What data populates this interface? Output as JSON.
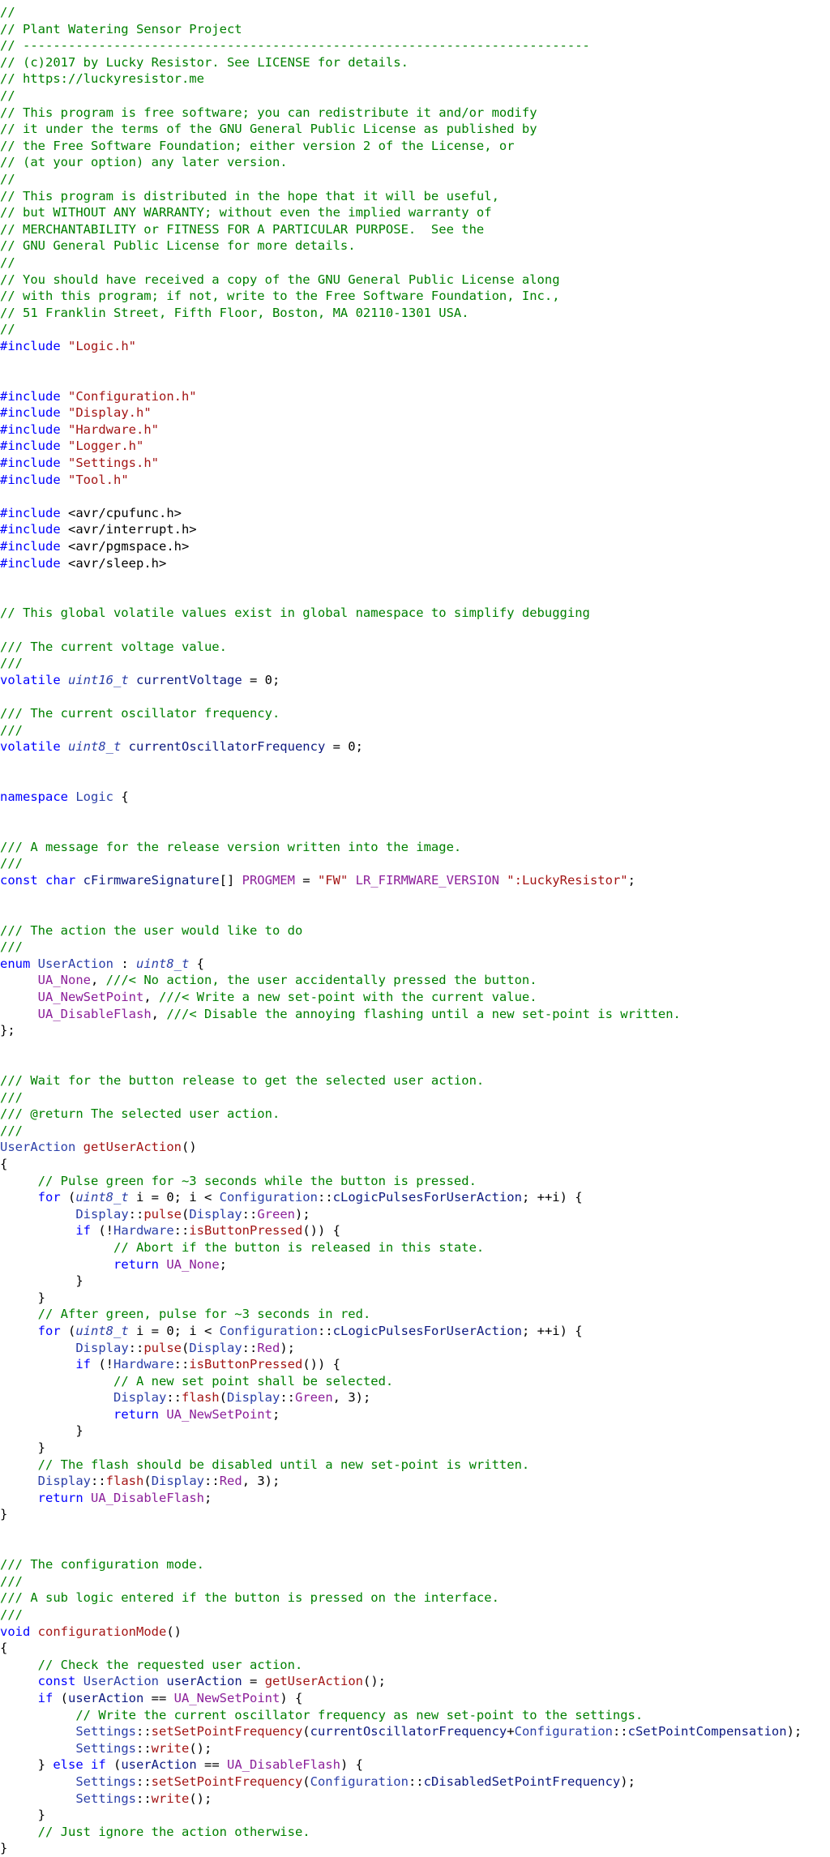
{
  "file": {
    "lines": [
      [
        [
          "c",
          "//"
        ]
      ],
      [
        [
          "c",
          "// Plant Watering Sensor Project"
        ]
      ],
      [
        [
          "c",
          "// ---------------------------------------------------------------------------"
        ]
      ],
      [
        [
          "c",
          "// (c)2017 by Lucky Resistor. See LICENSE for details."
        ]
      ],
      [
        [
          "c",
          "// https://luckyresistor.me"
        ]
      ],
      [
        [
          "c",
          "//"
        ]
      ],
      [
        [
          "c",
          "// This program is free software; you can redistribute it and/or modify"
        ]
      ],
      [
        [
          "c",
          "// it under the terms of the GNU General Public License as published by"
        ]
      ],
      [
        [
          "c",
          "// the Free Software Foundation; either version 2 of the License, or"
        ]
      ],
      [
        [
          "c",
          "// (at your option) any later version."
        ]
      ],
      [
        [
          "c",
          "//"
        ]
      ],
      [
        [
          "c",
          "// This program is distributed in the hope that it will be useful,"
        ]
      ],
      [
        [
          "c",
          "// but WITHOUT ANY WARRANTY; without even the implied warranty of"
        ]
      ],
      [
        [
          "c",
          "// MERCHANTABILITY or FITNESS FOR A PARTICULAR PURPOSE.  See the"
        ]
      ],
      [
        [
          "c",
          "// GNU General Public License for more details."
        ]
      ],
      [
        [
          "c",
          "//"
        ]
      ],
      [
        [
          "c",
          "// You should have received a copy of the GNU General Public License along"
        ]
      ],
      [
        [
          "c",
          "// with this program; if not, write to the Free Software Foundation, Inc.,"
        ]
      ],
      [
        [
          "c",
          "// 51 Franklin Street, Fifth Floor, Boston, MA 02110-1301 USA."
        ]
      ],
      [
        [
          "c",
          "//"
        ]
      ],
      [
        [
          "pp",
          "#include "
        ],
        [
          "s",
          "\"Logic.h\""
        ]
      ],
      [],
      [],
      [
        [
          "pp",
          "#include "
        ],
        [
          "s",
          "\"Configuration.h\""
        ]
      ],
      [
        [
          "pp",
          "#include "
        ],
        [
          "s",
          "\"Display.h\""
        ]
      ],
      [
        [
          "pp",
          "#include "
        ],
        [
          "s",
          "\"Hardware.h\""
        ]
      ],
      [
        [
          "pp",
          "#include "
        ],
        [
          "s",
          "\"Logger.h\""
        ]
      ],
      [
        [
          "pp",
          "#include "
        ],
        [
          "s",
          "\"Settings.h\""
        ]
      ],
      [
        [
          "pp",
          "#include "
        ],
        [
          "s",
          "\"Tool.h\""
        ]
      ],
      [],
      [
        [
          "pp",
          "#include "
        ],
        [
          "p",
          "<avr/cpufunc.h>"
        ]
      ],
      [
        [
          "pp",
          "#include "
        ],
        [
          "p",
          "<avr/interrupt.h>"
        ]
      ],
      [
        [
          "pp",
          "#include "
        ],
        [
          "p",
          "<avr/pgmspace.h>"
        ]
      ],
      [
        [
          "pp",
          "#include "
        ],
        [
          "p",
          "<avr/sleep.h>"
        ]
      ],
      [],
      [],
      [
        [
          "c",
          "// This global volatile values exist in global namespace to simplify debugging"
        ]
      ],
      [],
      [
        [
          "c",
          "/// The current voltage value."
        ]
      ],
      [
        [
          "c",
          "///"
        ]
      ],
      [
        [
          "k",
          "volatile "
        ],
        [
          "t",
          "uint16_t"
        ],
        [
          "p",
          " "
        ],
        [
          "v",
          "currentVoltage"
        ],
        [
          "p",
          " = 0;"
        ]
      ],
      [],
      [
        [
          "c",
          "/// The current oscillator frequency."
        ]
      ],
      [
        [
          "c",
          "///"
        ]
      ],
      [
        [
          "k",
          "volatile "
        ],
        [
          "t",
          "uint8_t"
        ],
        [
          "p",
          " "
        ],
        [
          "v",
          "currentOscillatorFrequency"
        ],
        [
          "p",
          " = 0;"
        ]
      ],
      [],
      [],
      [
        [
          "k",
          "namespace "
        ],
        [
          "cls",
          "Logic"
        ],
        [
          "p",
          " {"
        ]
      ],
      [],
      [],
      [
        [
          "c",
          "/// A message for the release version written into the image."
        ]
      ],
      [
        [
          "c",
          "///"
        ]
      ],
      [
        [
          "k",
          "const char "
        ],
        [
          "v",
          "cFirmwareSignature"
        ],
        [
          "p",
          "[] "
        ],
        [
          "e",
          "PROGMEM"
        ],
        [
          "p",
          " = "
        ],
        [
          "s",
          "\"FW\""
        ],
        [
          "p",
          " "
        ],
        [
          "e",
          "LR_FIRMWARE_VERSION"
        ],
        [
          "p",
          " "
        ],
        [
          "s",
          "\":LuckyResistor\""
        ],
        [
          "p",
          ";"
        ]
      ],
      [],
      [],
      [
        [
          "c",
          "/// The action the user would like to do"
        ]
      ],
      [
        [
          "c",
          "///"
        ]
      ],
      [
        [
          "k",
          "enum "
        ],
        [
          "cls",
          "UserAction"
        ],
        [
          "p",
          " : "
        ],
        [
          "t",
          "uint8_t"
        ],
        [
          "p",
          " {"
        ]
      ],
      [
        [
          "p",
          "     "
        ],
        [
          "e",
          "UA_None"
        ],
        [
          "p",
          ", "
        ],
        [
          "c",
          "///< No action, the user accidentally pressed the button."
        ]
      ],
      [
        [
          "p",
          "     "
        ],
        [
          "e",
          "UA_NewSetPoint"
        ],
        [
          "p",
          ", "
        ],
        [
          "c",
          "///< Write a new set-point with the current value."
        ]
      ],
      [
        [
          "p",
          "     "
        ],
        [
          "e",
          "UA_DisableFlash"
        ],
        [
          "p",
          ", "
        ],
        [
          "c",
          "///< Disable the annoying flashing until a new set-point is written."
        ]
      ],
      [
        [
          "p",
          "};"
        ]
      ],
      [],
      [],
      [
        [
          "c",
          "/// Wait for the button release to get the selected user action."
        ]
      ],
      [
        [
          "c",
          "///"
        ]
      ],
      [
        [
          "c",
          "/// @return The selected user action."
        ]
      ],
      [
        [
          "c",
          "///"
        ]
      ],
      [
        [
          "cls",
          "UserAction"
        ],
        [
          "p",
          " "
        ],
        [
          "f",
          "getUserAction"
        ],
        [
          "p",
          "()"
        ]
      ],
      [
        [
          "p",
          "{"
        ]
      ],
      [
        [
          "p",
          "     "
        ],
        [
          "c",
          "// Pulse green for ~3 seconds while the button is pressed."
        ]
      ],
      [
        [
          "p",
          "     "
        ],
        [
          "k",
          "for"
        ],
        [
          "p",
          " ("
        ],
        [
          "t",
          "uint8_t"
        ],
        [
          "p",
          " i = 0; i < "
        ],
        [
          "cls",
          "Configuration"
        ],
        [
          "p",
          "::"
        ],
        [
          "v",
          "cLogicPulsesForUserAction"
        ],
        [
          "p",
          "; ++i) {"
        ]
      ],
      [
        [
          "p",
          "          "
        ],
        [
          "cls",
          "Display"
        ],
        [
          "p",
          "::"
        ],
        [
          "f",
          "pulse"
        ],
        [
          "p",
          "("
        ],
        [
          "cls",
          "Display"
        ],
        [
          "p",
          "::"
        ],
        [
          "e",
          "Green"
        ],
        [
          "p",
          ");"
        ]
      ],
      [
        [
          "p",
          "          "
        ],
        [
          "k",
          "if"
        ],
        [
          "p",
          " (!"
        ],
        [
          "cls",
          "Hardware"
        ],
        [
          "p",
          "::"
        ],
        [
          "f",
          "isButtonPressed"
        ],
        [
          "p",
          "()) {"
        ]
      ],
      [
        [
          "p",
          "               "
        ],
        [
          "c",
          "// Abort if the button is released in this state."
        ]
      ],
      [
        [
          "p",
          "               "
        ],
        [
          "k",
          "return"
        ],
        [
          "p",
          " "
        ],
        [
          "e",
          "UA_None"
        ],
        [
          "p",
          ";"
        ]
      ],
      [
        [
          "p",
          "          }"
        ]
      ],
      [
        [
          "p",
          "     }"
        ]
      ],
      [
        [
          "p",
          "     "
        ],
        [
          "c",
          "// After green, pulse for ~3 seconds in red."
        ]
      ],
      [
        [
          "p",
          "     "
        ],
        [
          "k",
          "for"
        ],
        [
          "p",
          " ("
        ],
        [
          "t",
          "uint8_t"
        ],
        [
          "p",
          " i = 0; i < "
        ],
        [
          "cls",
          "Configuration"
        ],
        [
          "p",
          "::"
        ],
        [
          "v",
          "cLogicPulsesForUserAction"
        ],
        [
          "p",
          "; ++i) {"
        ]
      ],
      [
        [
          "p",
          "          "
        ],
        [
          "cls",
          "Display"
        ],
        [
          "p",
          "::"
        ],
        [
          "f",
          "pulse"
        ],
        [
          "p",
          "("
        ],
        [
          "cls",
          "Display"
        ],
        [
          "p",
          "::"
        ],
        [
          "e",
          "Red"
        ],
        [
          "p",
          ");"
        ]
      ],
      [
        [
          "p",
          "          "
        ],
        [
          "k",
          "if"
        ],
        [
          "p",
          " (!"
        ],
        [
          "cls",
          "Hardware"
        ],
        [
          "p",
          "::"
        ],
        [
          "f",
          "isButtonPressed"
        ],
        [
          "p",
          "()) {"
        ]
      ],
      [
        [
          "p",
          "               "
        ],
        [
          "c",
          "// A new set point shall be selected."
        ]
      ],
      [
        [
          "p",
          "               "
        ],
        [
          "cls",
          "Display"
        ],
        [
          "p",
          "::"
        ],
        [
          "f",
          "flash"
        ],
        [
          "p",
          "("
        ],
        [
          "cls",
          "Display"
        ],
        [
          "p",
          "::"
        ],
        [
          "e",
          "Green"
        ],
        [
          "p",
          ", 3);"
        ]
      ],
      [
        [
          "p",
          "               "
        ],
        [
          "k",
          "return"
        ],
        [
          "p",
          " "
        ],
        [
          "e",
          "UA_NewSetPoint"
        ],
        [
          "p",
          ";"
        ]
      ],
      [
        [
          "p",
          "          }"
        ]
      ],
      [
        [
          "p",
          "     }"
        ]
      ],
      [
        [
          "p",
          "     "
        ],
        [
          "c",
          "// The flash should be disabled until a new set-point is written."
        ]
      ],
      [
        [
          "p",
          "     "
        ],
        [
          "cls",
          "Display"
        ],
        [
          "p",
          "::"
        ],
        [
          "f",
          "flash"
        ],
        [
          "p",
          "("
        ],
        [
          "cls",
          "Display"
        ],
        [
          "p",
          "::"
        ],
        [
          "e",
          "Red"
        ],
        [
          "p",
          ", 3);"
        ]
      ],
      [
        [
          "p",
          "     "
        ],
        [
          "k",
          "return"
        ],
        [
          "p",
          " "
        ],
        [
          "e",
          "UA_DisableFlash"
        ],
        [
          "p",
          ";"
        ]
      ],
      [
        [
          "p",
          "}"
        ]
      ],
      [],
      [],
      [
        [
          "c",
          "/// The configuration mode."
        ]
      ],
      [
        [
          "c",
          "///"
        ]
      ],
      [
        [
          "c",
          "/// A sub logic entered if the button is pressed on the interface."
        ]
      ],
      [
        [
          "c",
          "///"
        ]
      ],
      [
        [
          "k",
          "void"
        ],
        [
          "p",
          " "
        ],
        [
          "f",
          "configurationMode"
        ],
        [
          "p",
          "()"
        ]
      ],
      [
        [
          "p",
          "{"
        ]
      ],
      [
        [
          "p",
          "     "
        ],
        [
          "c",
          "// Check the requested user action."
        ]
      ],
      [
        [
          "p",
          "     "
        ],
        [
          "k",
          "const"
        ],
        [
          "p",
          " "
        ],
        [
          "cls",
          "UserAction"
        ],
        [
          "p",
          " "
        ],
        [
          "v",
          "userAction"
        ],
        [
          "p",
          " = "
        ],
        [
          "f",
          "getUserAction"
        ],
        [
          "p",
          "();"
        ]
      ],
      [
        [
          "p",
          "     "
        ],
        [
          "k",
          "if"
        ],
        [
          "p",
          " ("
        ],
        [
          "v",
          "userAction"
        ],
        [
          "p",
          " == "
        ],
        [
          "e",
          "UA_NewSetPoint"
        ],
        [
          "p",
          ") {"
        ]
      ],
      [
        [
          "p",
          "          "
        ],
        [
          "c",
          "// Write the current oscillator frequency as new set-point to the settings."
        ]
      ],
      [
        [
          "p",
          "          "
        ],
        [
          "cls",
          "Settings"
        ],
        [
          "p",
          "::"
        ],
        [
          "f",
          "setSetPointFrequency"
        ],
        [
          "p",
          "("
        ],
        [
          "v",
          "currentOscillatorFrequency"
        ],
        [
          "p",
          "+"
        ],
        [
          "cls",
          "Configuration"
        ],
        [
          "p",
          "::"
        ],
        [
          "v",
          "cSetPointCompensation"
        ],
        [
          "p",
          ");"
        ]
      ],
      [
        [
          "p",
          "          "
        ],
        [
          "cls",
          "Settings"
        ],
        [
          "p",
          "::"
        ],
        [
          "f",
          "write"
        ],
        [
          "p",
          "();"
        ]
      ],
      [
        [
          "p",
          "     } "
        ],
        [
          "k",
          "else if"
        ],
        [
          "p",
          " ("
        ],
        [
          "v",
          "userAction"
        ],
        [
          "p",
          " == "
        ],
        [
          "e",
          "UA_DisableFlash"
        ],
        [
          "p",
          ") {"
        ]
      ],
      [
        [
          "p",
          "          "
        ],
        [
          "cls",
          "Settings"
        ],
        [
          "p",
          "::"
        ],
        [
          "f",
          "setSetPointFrequency"
        ],
        [
          "p",
          "("
        ],
        [
          "cls",
          "Configuration"
        ],
        [
          "p",
          "::"
        ],
        [
          "v",
          "cDisabledSetPointFrequency"
        ],
        [
          "p",
          ");"
        ]
      ],
      [
        [
          "p",
          "          "
        ],
        [
          "cls",
          "Settings"
        ],
        [
          "p",
          "::"
        ],
        [
          "f",
          "write"
        ],
        [
          "p",
          "();"
        ]
      ],
      [
        [
          "p",
          "     }"
        ]
      ],
      [
        [
          "p",
          "     "
        ],
        [
          "c",
          "// Just ignore the action otherwise."
        ]
      ],
      [
        [
          "p",
          "}"
        ]
      ]
    ]
  }
}
